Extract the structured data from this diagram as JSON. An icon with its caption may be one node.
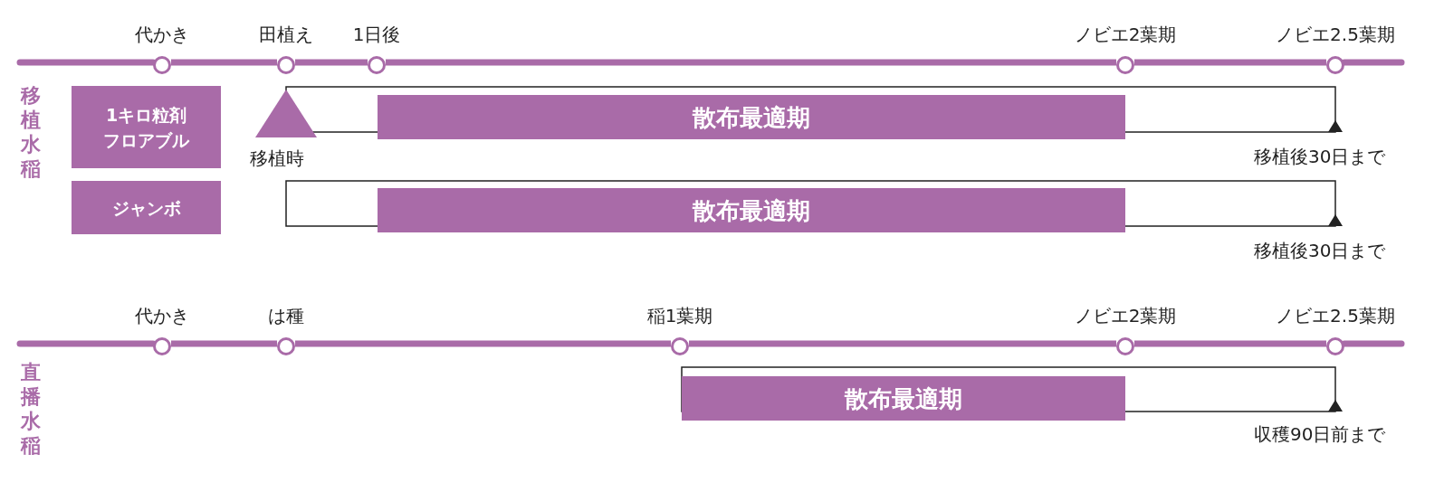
{
  "diagram": {
    "nodes": [
      {
        "text": [
          "代かき"
        ]
      },
      {
        "text": [
          "田植え"
        ]
      },
      {
        "text": [
          "1日後"
        ]
      },
      {
        "text": [
          "ノビエ2葉期"
        ]
      },
      {
        "text": [
          "ノビエ2.5葉期"
        ]
      },
      {
        "text": [
          "1キロ粒剤",
          "フロアブル"
        ]
      },
      {
        "text": [
          "ジャンボ"
        ]
      },
      {
        "text": [],
        "shape": "triangle",
        "beside": [
          "移植時"
        ]
      },
      {
        "text": [
          "散布最適期"
        ]
      },
      {
        "text": [
          "散布最適期"
        ]
      },
      {
        "text": [
          "代かき"
        ]
      },
      {
        "text": [
          "は種"
        ]
      },
      {
        "text": [
          "稲1葉期"
        ]
      },
      {
        "text": [
          "ノビエ2葉期"
        ]
      },
      {
        "text": [
          "ノビエ2.5葉期"
        ]
      },
      {
        "text": [
          "散布最適期"
        ]
      }
    ],
    "edges": [
      {
        "from": 0,
        "to": 1,
        "arrow": "none"
      },
      {
        "from": 1,
        "to": 2,
        "arrow": "none"
      },
      {
        "from": 2,
        "to": 3,
        "arrow": "none"
      },
      {
        "from": 3,
        "to": 4,
        "arrow": "none"
      },
      {
        "from": 10,
        "to": 11,
        "arrow": "none"
      },
      {
        "from": 11,
        "to": 12,
        "arrow": "none"
      },
      {
        "from": 12,
        "to": 13,
        "arrow": "none"
      },
      {
        "from": 13,
        "to": 14,
        "arrow": "none"
      }
    ],
    "labels": [
      "移植水稲",
      "移植後30日まで",
      "移植後30日まで",
      "直播水稲",
      "収穫90日前まで"
    ]
  }
}
